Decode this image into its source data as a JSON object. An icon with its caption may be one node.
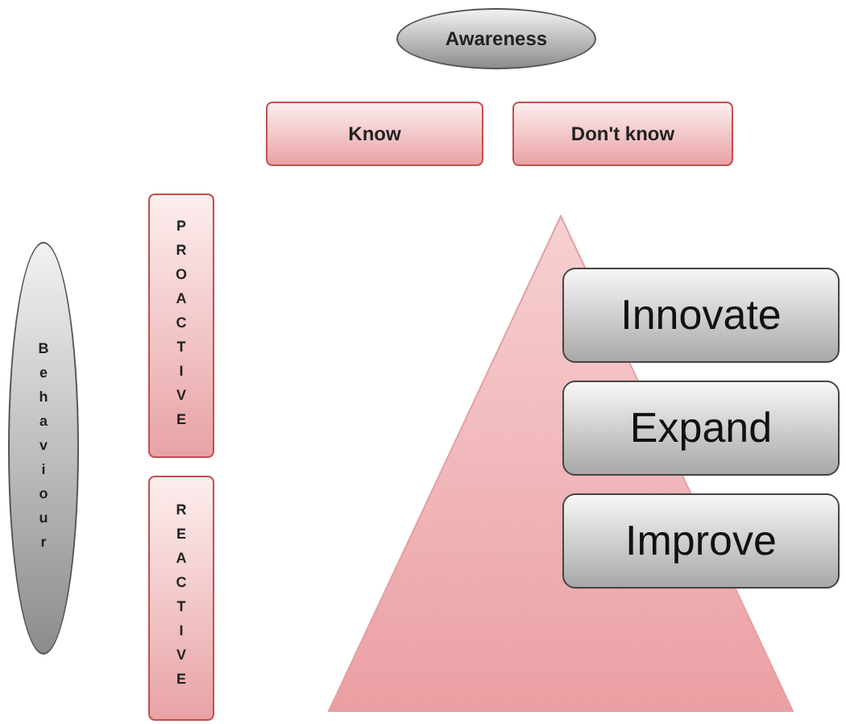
{
  "diagram": {
    "nodes": [
      {
        "text": [
          "Awareness"
        ]
      },
      {
        "text": [
          "Know"
        ]
      },
      {
        "text": [
          "Don't know"
        ]
      },
      {
        "text": [
          "Behaviour"
        ]
      },
      {
        "text": [
          "PROACTIVE"
        ]
      },
      {
        "text": [
          "REACTIVE"
        ]
      },
      {
        "text": [],
        "shape": "triangle"
      },
      {
        "text": [
          "Innovate"
        ]
      },
      {
        "text": [
          "Expand"
        ]
      },
      {
        "text": [
          "Improve"
        ]
      }
    ],
    "edges": []
  }
}
